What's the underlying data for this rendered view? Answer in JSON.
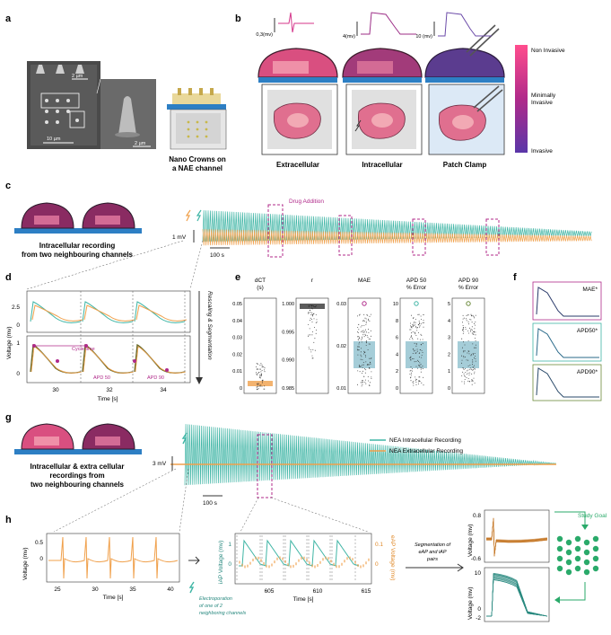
{
  "panels": {
    "a": "a",
    "b": "b",
    "c": "c",
    "d": "d",
    "e": "e",
    "f": "f",
    "g": "g",
    "h": "h"
  },
  "panel_a": {
    "scale_top": "2 µm",
    "scale_bottom": "10 µm",
    "scale_zoom": "2 µm",
    "caption_l1": "Nano Crowns on",
    "caption_l2": "a NAE channel"
  },
  "panel_b": {
    "amp1": "0,3(mv)",
    "amp2": "4(mv)",
    "amp3": "10 (mv)",
    "col1": "Extracellular",
    "col2": "Intracellular",
    "col3": "Patch Clamp",
    "scale_top": "Non Invasive",
    "scale_mid_l1": "Minimally",
    "scale_mid_l2": "Invasive",
    "scale_bottom": "Invasive"
  },
  "panel_c": {
    "caption_l1": "Intracellular recording",
    "caption_l2": "from two neighbouring channels",
    "drug": "Drug Addition",
    "scale_v": "1 mV",
    "scale_t": "100 s"
  },
  "panel_d": {
    "ylabel": "Voltage (mv)",
    "xlabel": "Time [s]",
    "yticks_top": [
      "2.5",
      "0"
    ],
    "yticks_bottom": [
      "1",
      "0"
    ],
    "xticks": [
      "30",
      "32",
      "34"
    ],
    "ann_cycle": "Cycle time",
    "ann_apd50": "APD 50",
    "ann_apd90": "APD 90",
    "side": "Rescaling & Segmentation"
  },
  "panel_e": {
    "boxes": [
      {
        "t1": "dCT",
        "t2": "(s)",
        "ticks": [
          "0.05",
          "0.04",
          "0.03",
          "0.02",
          "0.01",
          "0"
        ]
      },
      {
        "t1": "r",
        "t2": "",
        "ticks": [
          "1.000",
          "0.995",
          "0.990",
          "0.985"
        ]
      },
      {
        "t1": "MAE",
        "t2": "",
        "ticks": [
          "0.03",
          "0.02",
          "0.01"
        ]
      },
      {
        "t1": "APD 50",
        "t2": "% Error",
        "ticks": [
          "10",
          "8",
          "6",
          "4",
          "2",
          "0"
        ]
      },
      {
        "t1": "APD 90",
        "t2": "% Error",
        "ticks": [
          "5",
          "4",
          "3",
          "2",
          "1",
          "0"
        ]
      }
    ]
  },
  "panel_f": {
    "labels": [
      "MAE*",
      "APD50*",
      "APD90*"
    ]
  },
  "panel_g": {
    "caption_l1": "Intracellular & extra cellular",
    "caption_l2": "recordings from",
    "caption_l3": "two neighbouring channels",
    "legend1": "NEA Intracellular Recording",
    "legend2": "NEA Extracellular Recording",
    "scale_v": "3 mV",
    "scale_t": "100 s"
  },
  "panel_h": {
    "ylabel1": "Voltage (mv)",
    "xlabel1": "Time [s]",
    "yticks1": [
      "0.5",
      "0"
    ],
    "xticks1": [
      "25",
      "30",
      "35",
      "40"
    ],
    "ylabel2": "iAP Voltage (mv)",
    "ylabel2r": "eAP Voltage (mv)",
    "xlabel2": "Time [s]",
    "yticks2": [
      "1",
      "0"
    ],
    "yticks2r": [
      "0.1",
      "0"
    ],
    "xticks2": [
      "605",
      "610",
      "615"
    ],
    "electro_l1": "Electroporation",
    "electro_l2": "of one of 2",
    "electro_l3": "neighboring channels",
    "seg_l1": "Segmentation of",
    "seg_l2": "eAP and iAP",
    "seg_l3": "pairs",
    "ylabel3": "Voltage (mv)",
    "yticks3a": [
      "0.8",
      "-0.6"
    ],
    "yticks3b": [
      "10",
      "0",
      "-2"
    ],
    "goal": "Study Goal"
  },
  "colors": {
    "teal": "#3fb5a5",
    "orange": "#f0a04b",
    "magenta": "#b02a8a",
    "purple": "#6a3d9a",
    "blue": "#2d7fc4",
    "pink": "#e8457a"
  }
}
